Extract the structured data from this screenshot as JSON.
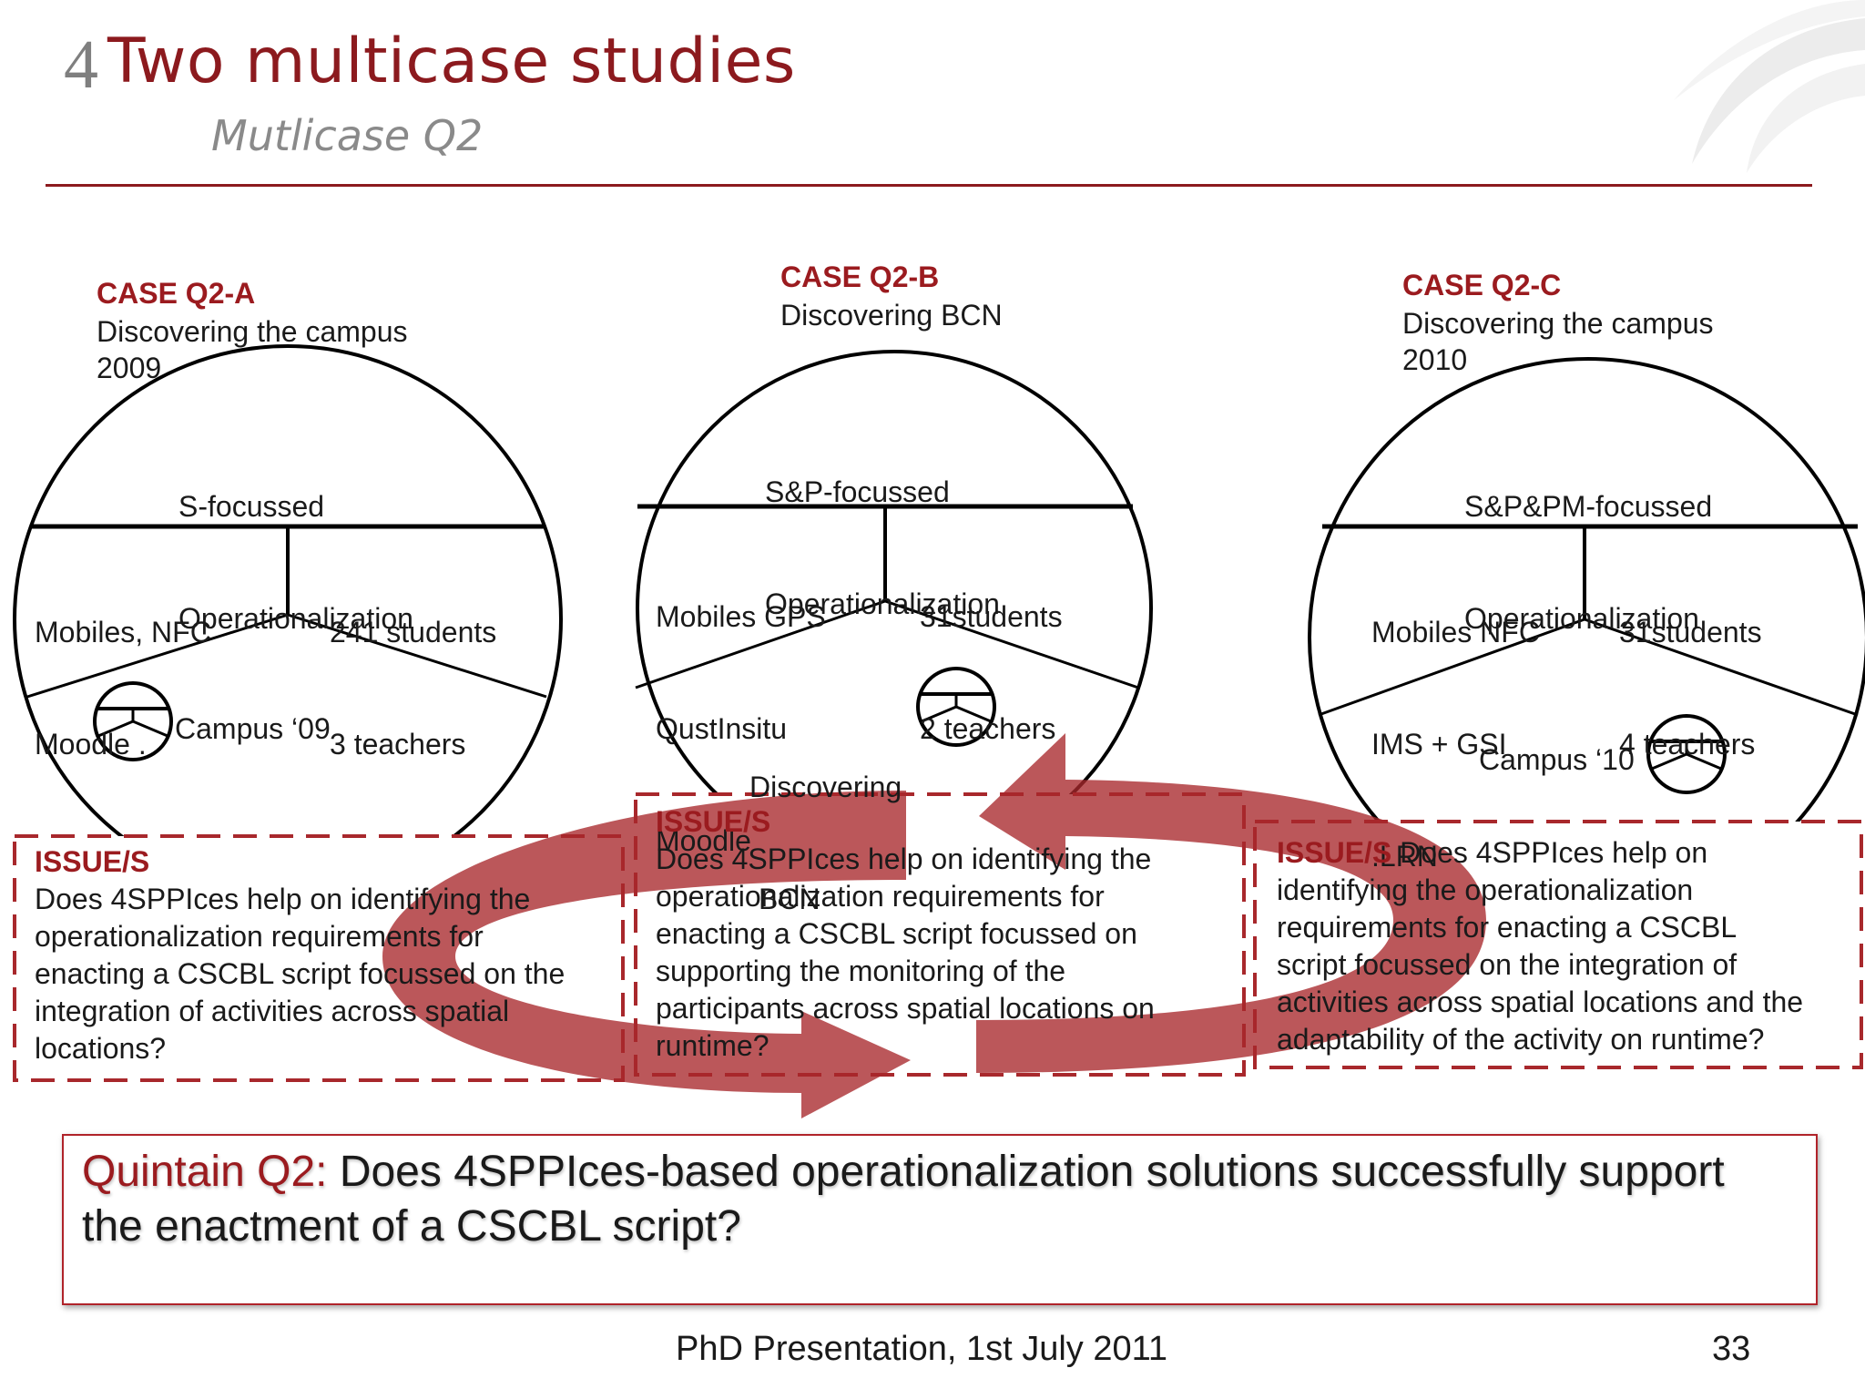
{
  "slide": {
    "number_prefix": "4",
    "title": "Two multicase studies",
    "subtitle": "Mutlicase Q2"
  },
  "cases": [
    {
      "id": "CASE Q2-A",
      "desc_line1": "Discovering the campus",
      "desc_line2": "2009",
      "focus_line1": "S-focussed",
      "focus_line2": "Operationalization",
      "tech_line1": "Mobiles, NFC",
      "tech_line2": "Moodle .",
      "people_line1": "241 students",
      "people_line2": "3 teachers",
      "activity_label": "Campus ‘09"
    },
    {
      "id": "CASE Q2-B",
      "desc_line1": "Discovering BCN",
      "focus_line1": "S&P-focussed",
      "focus_line2": "Operationalization",
      "tech_line1": "Mobiles GPS",
      "tech_line2": "QustInsitu",
      "tech_line3": "Moodle",
      "people_line1": "31students",
      "people_line2": "2 teachers",
      "activity_line1": "Discovering",
      "activity_line2": "BCN"
    },
    {
      "id": "CASE Q2-C",
      "desc_line1": "Discovering the campus",
      "desc_line2": "2010",
      "focus_line1": "S&P&PM-focussed",
      "focus_line2": "Operationalization",
      "tech_line1": "Mobiles NFC",
      "tech_line2": "IMS + GSI",
      "tech_line3": ".LRN",
      "people_line1": "31students",
      "people_line2": "4 teachers",
      "activity_label": "Campus ‘10"
    }
  ],
  "issues": [
    {
      "label": "ISSUE/S",
      "lines": [
        "Does 4SPPIces help on identifying the",
        "operationalization requirements for",
        "enacting a CSCBL script focussed on the",
        "integration of activities across spatial",
        "locations?"
      ]
    },
    {
      "label": "ISSUE/S",
      "lines": [
        "Does 4SPPIces help on identifying the",
        "operationalization requirements for",
        "enacting a CSCBL script focussed on",
        "supporting the monitoring of the",
        "participants across spatial locations on",
        "runtime?"
      ]
    },
    {
      "label": "ISSUE/S",
      "line1_rest": " Does 4SPPIces help on",
      "lines": [
        "identifying the operationalization",
        "requirements for enacting a CSCBL",
        "script focussed on the integration of",
        "activities across spatial locations and the",
        "adaptability of the activity on runtime?"
      ]
    }
  ],
  "quintain": {
    "label": "Quintain  Q2:",
    "question": " Does 4SPPIces-based operationalization solutions successfully support the enactment of a CSCBL script?"
  },
  "footer": {
    "text": "PhD Presentation, 1st July 2011",
    "page": "33"
  },
  "colors": {
    "accent": "#8c1a1e",
    "arrow": "#a8282c",
    "text": "#1a1a1a"
  }
}
